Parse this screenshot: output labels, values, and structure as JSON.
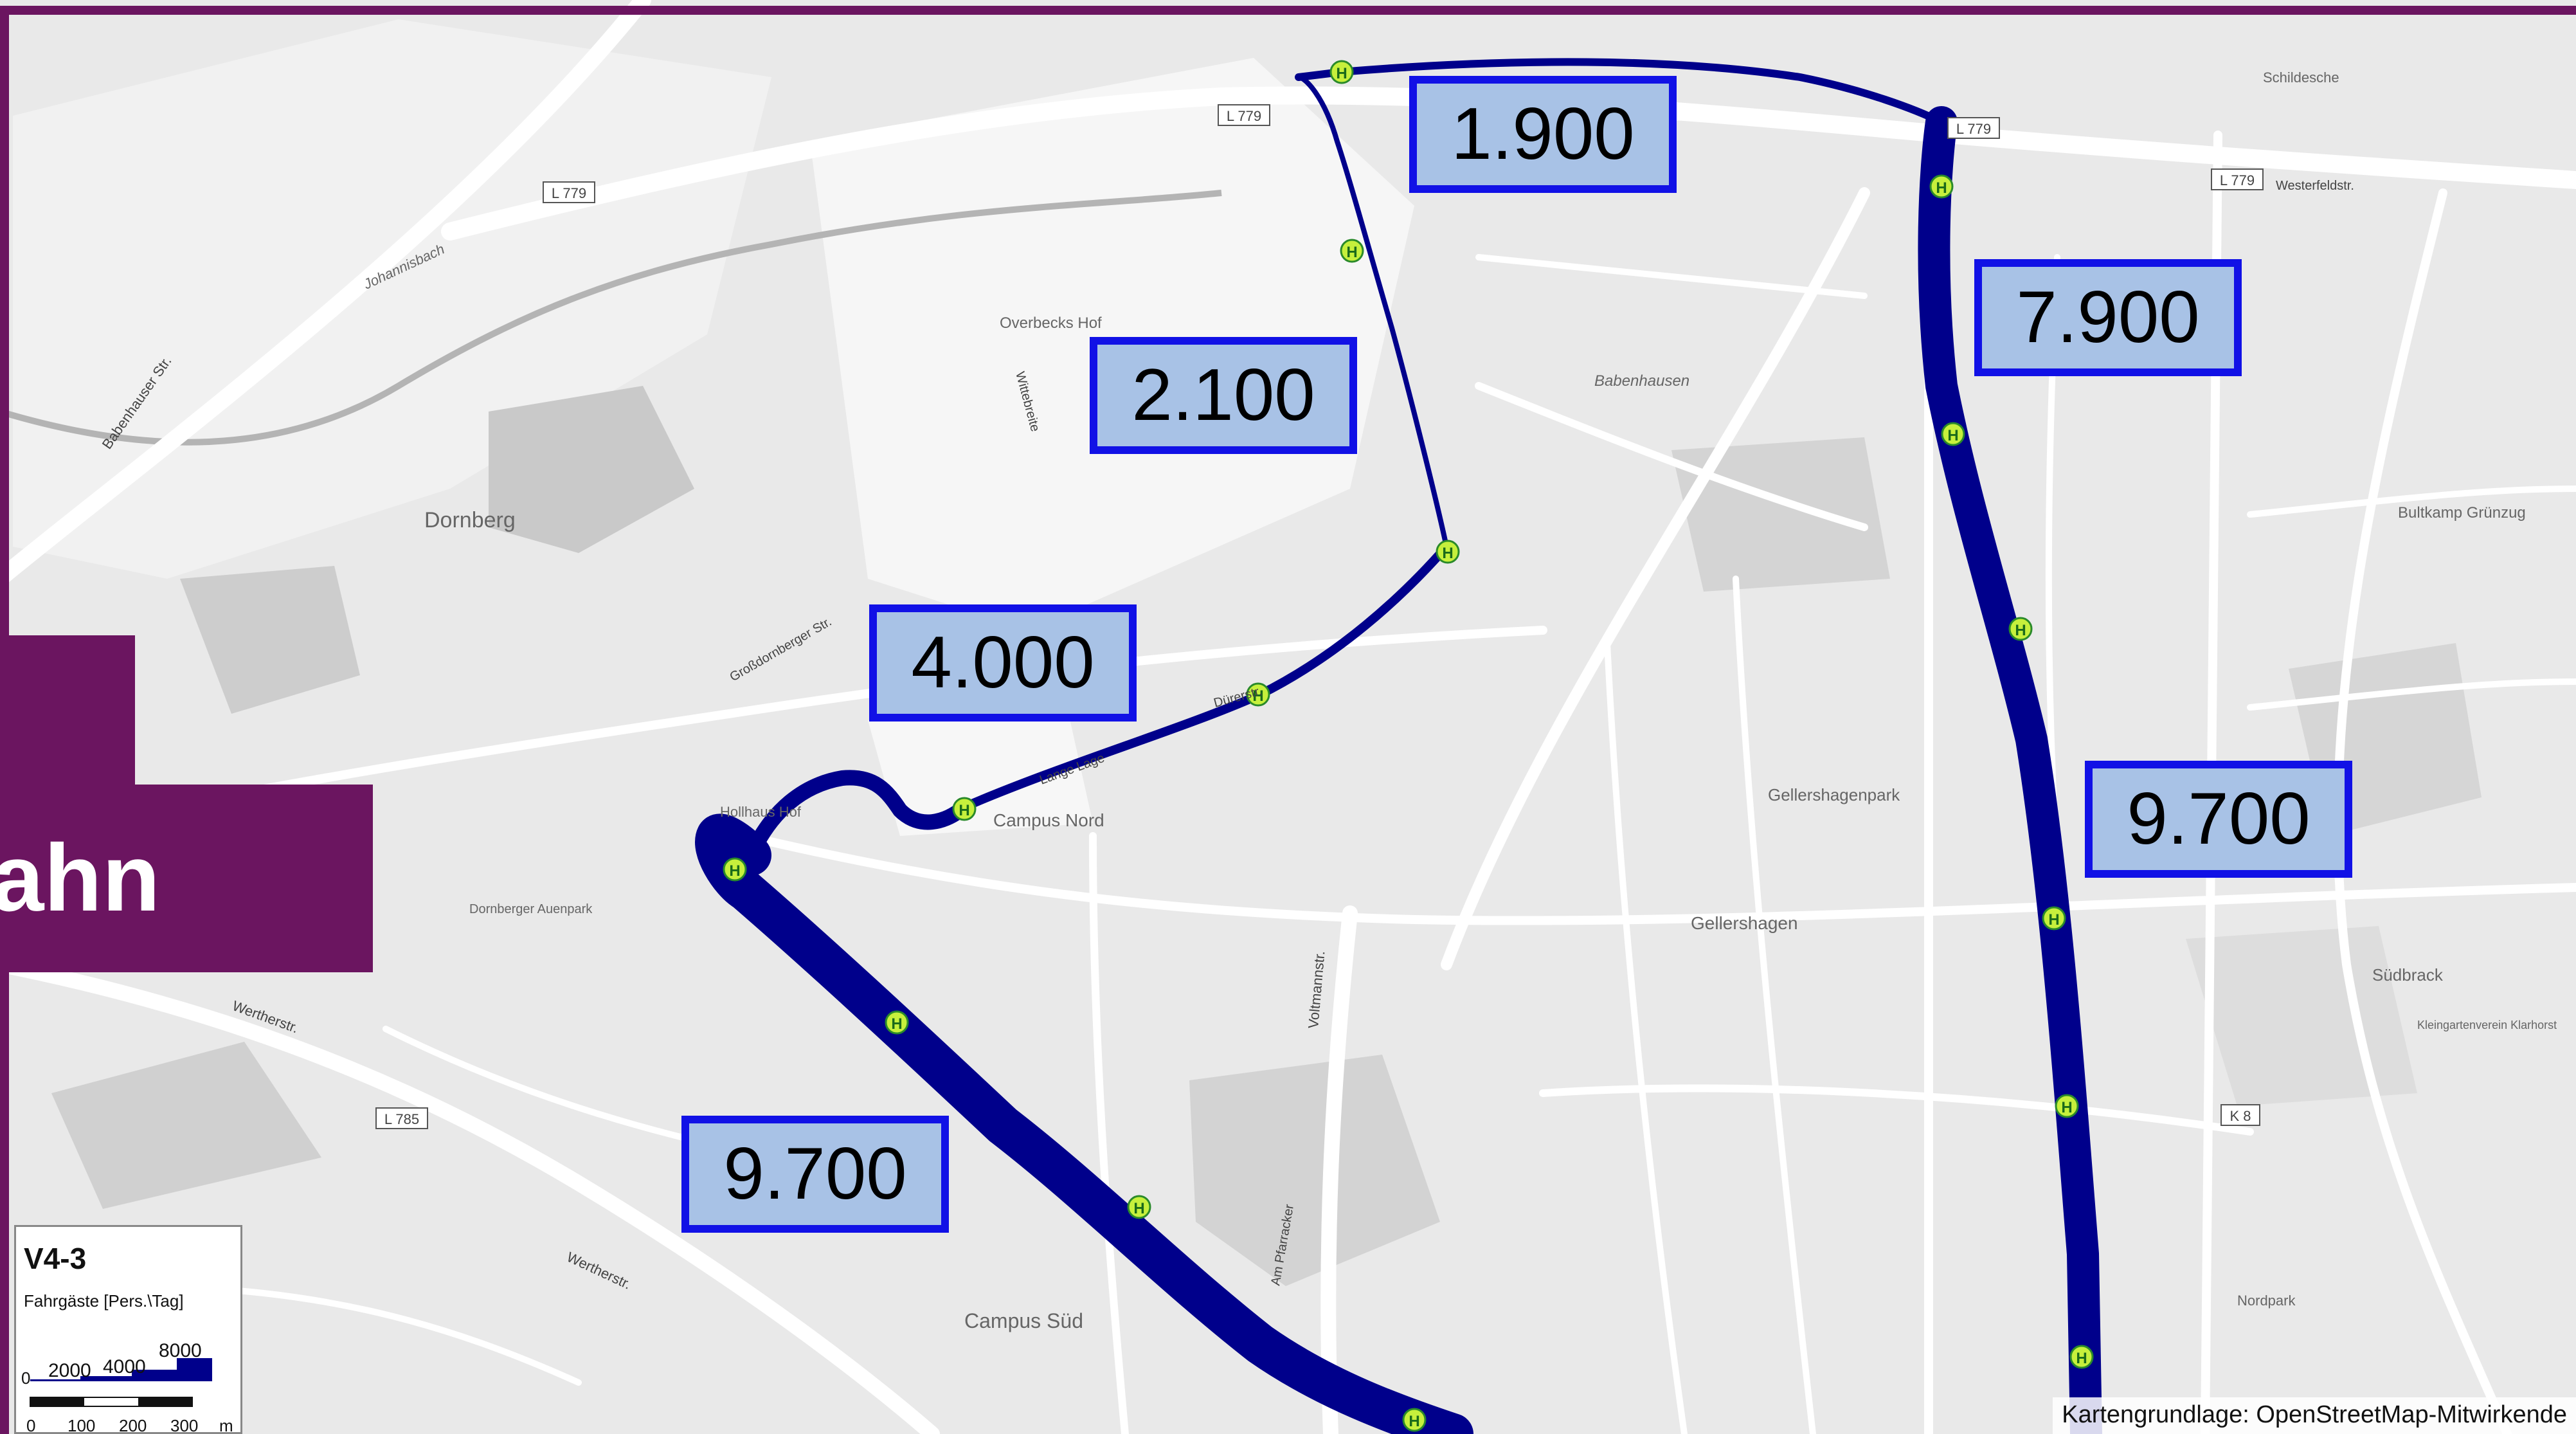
{
  "map": {
    "title_fragment": "ahn",
    "place_labels": [
      "Dornberg",
      "Overbecks Hof",
      "Campus Nord",
      "Campus Süd",
      "Gellershagen",
      "Gellershagenpark",
      "Babenhausen",
      "Schildesche",
      "Südbrack",
      "Bultkamp Grünzug",
      "Nordpark",
      "Kleingartenverein Klarhorst",
      "Dornberger Auenpark",
      "Hollhaus Hof",
      "Johannisbach"
    ],
    "road_labels": [
      "L 779",
      "L 779",
      "L 779",
      "L 779",
      "L 785",
      "K 8",
      "Babenhauser Str.",
      "Wertherstr.",
      "Voltmannstr.",
      "Wertherstr.",
      "Großdornberger Str.",
      "Lange Lage",
      "Dürerstr.",
      "Westerfeldstr.",
      "Am Pfarracker",
      "Wittebreite"
    ],
    "volume_labels": [
      "1.900",
      "2.100",
      "4.000",
      "7.900",
      "9.700",
      "9.700"
    ],
    "stop_symbol": "H",
    "colors": {
      "route": "#00008b",
      "label_fill": "#a8c2e6",
      "label_border": "#1111e6",
      "title_bg": "#6b1560",
      "frame": "#6b1560",
      "stop_fill": "#c6f03c"
    }
  },
  "legend": {
    "title": "V4-3",
    "subtitle": "Fahrgäste [Pers.\\Tag]",
    "values": [
      "0",
      "2000",
      "4000",
      "8000"
    ],
    "scale_ticks": [
      "0",
      "100",
      "200",
      "300",
      "m"
    ]
  },
  "attribution": "Kartengrundlage: OpenStreetMap-Mitwirkende"
}
